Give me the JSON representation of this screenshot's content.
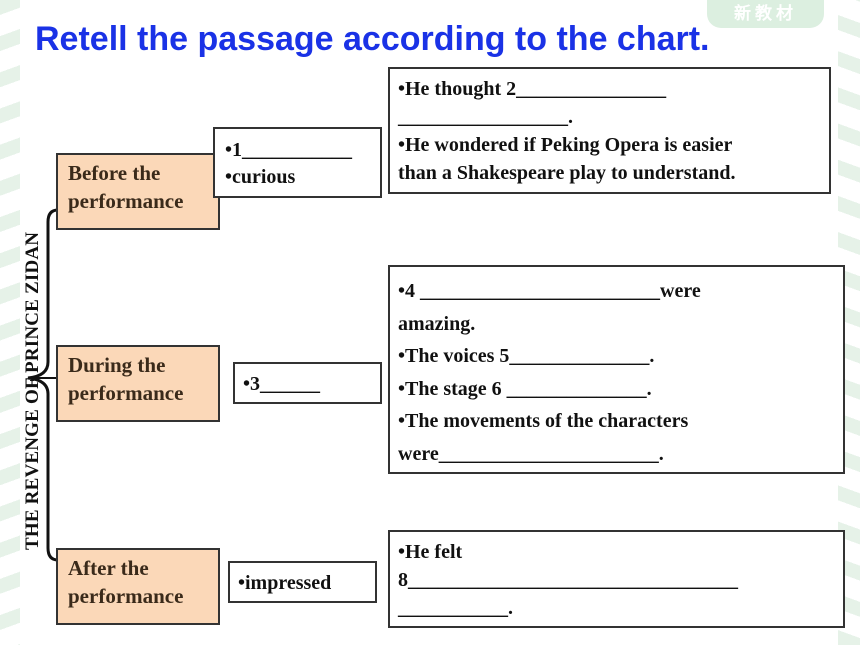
{
  "badge": "新教材",
  "title": "Retell the passage according to the chart.",
  "vertical_title": "THE REVENGE OF PRINCE ZIDAN",
  "stages": [
    {
      "label_line1": "Before the",
      "label_line2": "performance"
    },
    {
      "label_line1": "During the",
      "label_line2": "performance"
    },
    {
      "label_line1": "After the",
      "label_line2": "performance"
    }
  ],
  "feelings": {
    "before": [
      "•1___________",
      "•curious"
    ],
    "during": [
      "•3______"
    ],
    "after": [
      "•impressed"
    ]
  },
  "details": {
    "before": [
      "•He thought 2_______________",
      "_________________.",
      "•He wondered if Peking Opera is easier",
      "than a Shakespeare play to understand."
    ],
    "during": [
      "•4 ________________________were",
      "amazing.",
      "•The voices 5______________.",
      "•The stage 6 ______________.",
      "•The movements of the characters",
      "were______________________."
    ],
    "after": [
      "•He felt",
      "8_________________________________",
      "___________."
    ]
  }
}
